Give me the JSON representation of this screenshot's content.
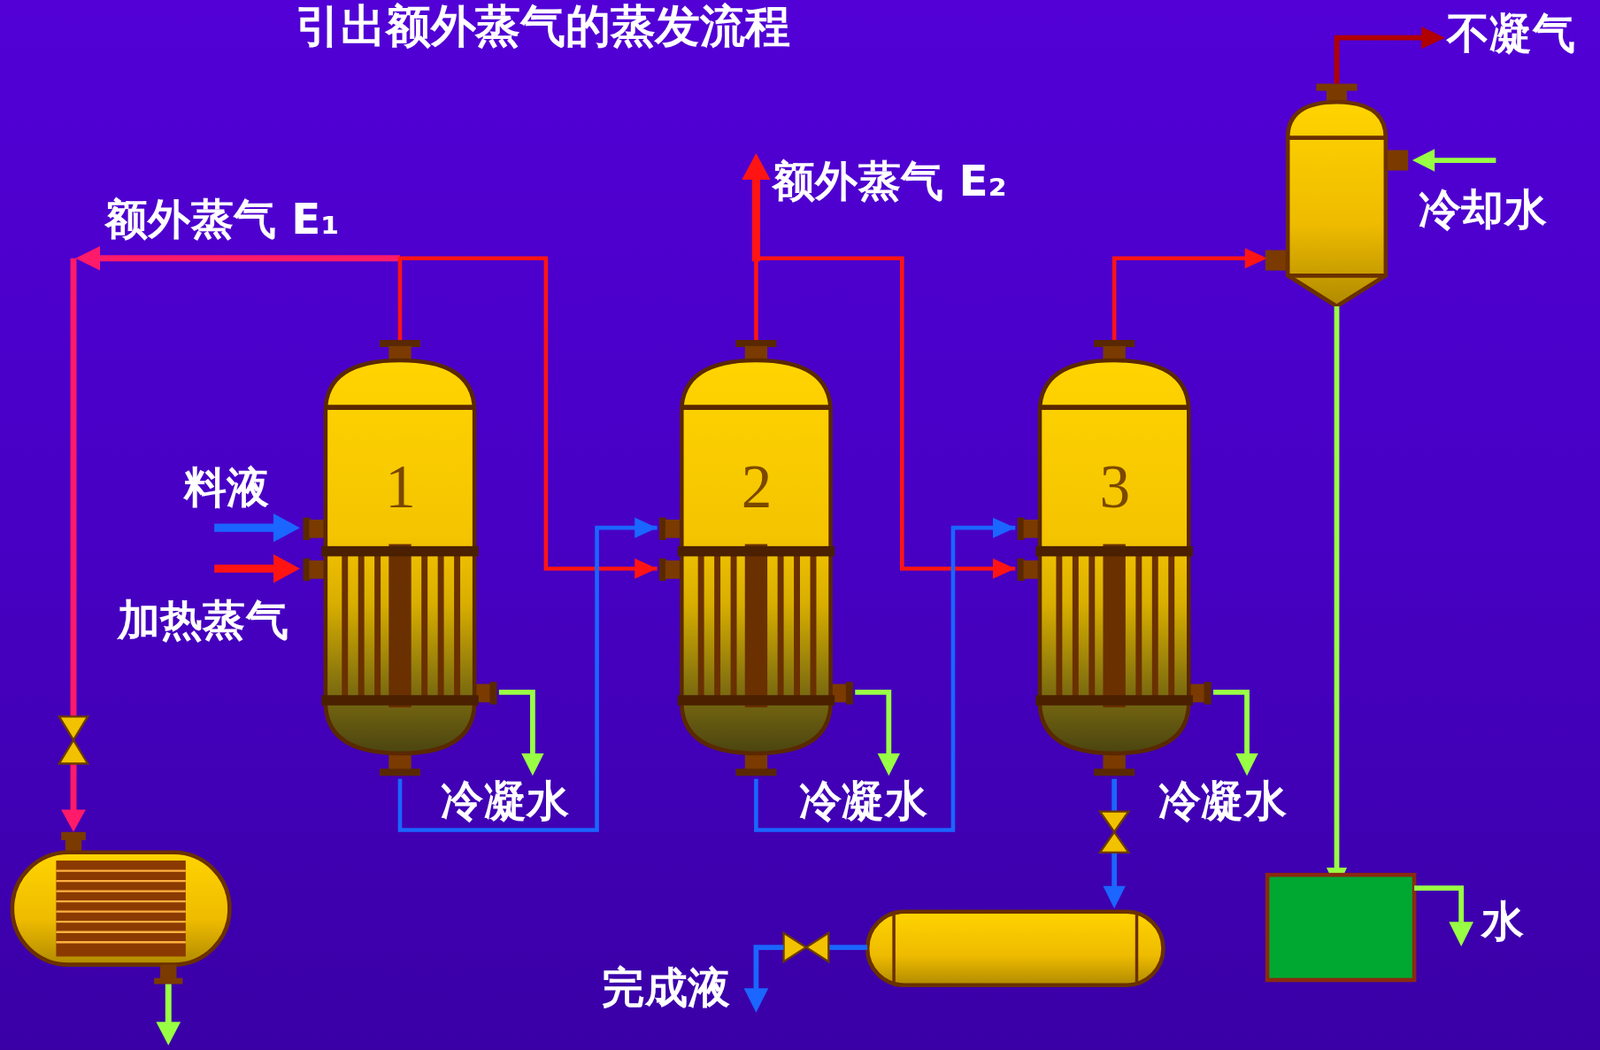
{
  "diagram": {
    "title": "引出额外蒸气的蒸发流程",
    "nodes": [
      {
        "text": [
          "1"
        ]
      },
      {
        "text": [
          "2"
        ]
      },
      {
        "text": [
          "3"
        ]
      }
    ],
    "edges": [
      {
        "from": 0,
        "to": 1,
        "arrow": "to"
      },
      {
        "from": 1,
        "to": 2,
        "arrow": "to"
      },
      {
        "from": 0,
        "to": 1,
        "arrow": "to"
      },
      {
        "from": 1,
        "to": 2,
        "arrow": "to"
      }
    ],
    "labels": [
      "额外蒸气 E₁",
      "额外蒸气 E₂",
      "不凝气",
      "冷却水",
      "料液",
      "加热蒸气",
      "冷凝水",
      "冷凝水",
      "冷凝水",
      "完成液",
      "水"
    ]
  }
}
